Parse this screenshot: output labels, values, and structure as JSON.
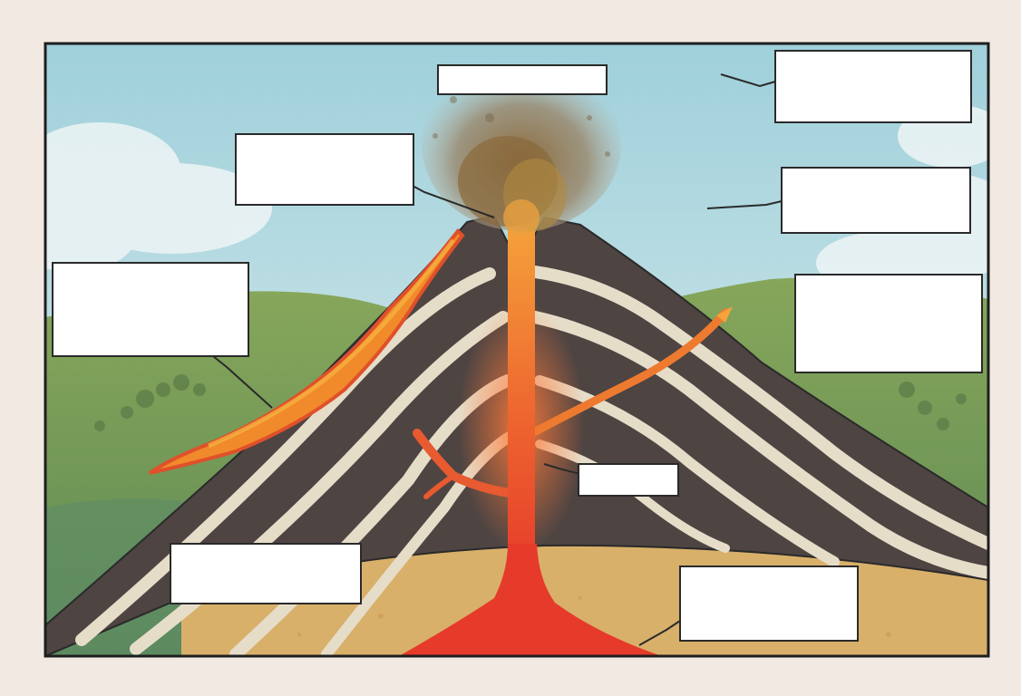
{
  "diagram": {
    "parts": [
      {
        "id": "eruption-cloud",
        "label": ""
      },
      {
        "id": "upper-right-sky",
        "label": ""
      },
      {
        "id": "crater",
        "label": ""
      },
      {
        "id": "right-vent-area",
        "label": ""
      },
      {
        "id": "lava-flow",
        "label": ""
      },
      {
        "id": "side-vent",
        "label": ""
      },
      {
        "id": "central-vent",
        "label": ""
      },
      {
        "id": "rock-layers",
        "label": ""
      },
      {
        "id": "magma-chamber",
        "label": ""
      }
    ],
    "colors": {
      "page_bg": "#f1e9e2",
      "sky_top": "#9fcfd9",
      "sky_bottom": "#dcecef",
      "hill": "#7a9a52",
      "ground": "#d8b06a",
      "cone_dark": "#4e4442",
      "cone_light": "#e6ddc9",
      "magma": "#e8412b",
      "lava_orange": "#f08a2a",
      "ash": "#8a7a60",
      "label_box": "#ffffff",
      "outline": "#2a2a2a"
    }
  }
}
